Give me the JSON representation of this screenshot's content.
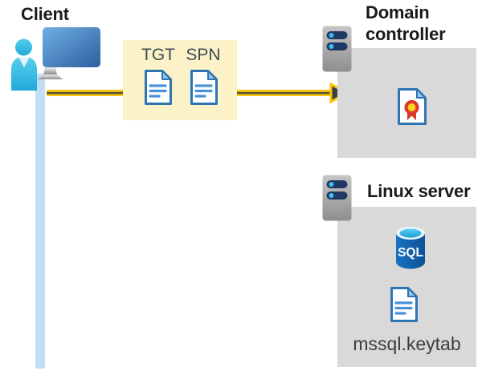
{
  "client": {
    "label": "Client"
  },
  "tickets": {
    "tgt_label": "TGT",
    "spn_label": "SPN"
  },
  "domain_controller": {
    "title": "Domain controller"
  },
  "linux_server": {
    "title": "Linux server",
    "sql_label": "SQL",
    "keytab_label": "mssql.keytab"
  },
  "colors": {
    "arrow_yellow": "#fcc60a",
    "arrowhead_dark": "#404040",
    "arrow_core_dark": "#55533a",
    "ticket_box_bg": "#fbf2c7",
    "server_box_bg": "#d9d9d9",
    "lifeline_blue": "#c3dcf8",
    "document_blue": "#2e75b6",
    "document_line_blue": "#4a90d9",
    "document_fold_blue": "#9dc3e6",
    "sql_body_blue": "#1366b1",
    "sql_top_cyan": "#3cc3e8",
    "person_cyan": "#35bde5",
    "monitor_blue": "#3d74b4",
    "server_bar_navy": "#1f3864",
    "server_dot_cyan": "#45bee9",
    "certificate_red": "#d83b2d",
    "certificate_yellow": "#ffd21e",
    "text_dark": "#1a1a1a"
  }
}
